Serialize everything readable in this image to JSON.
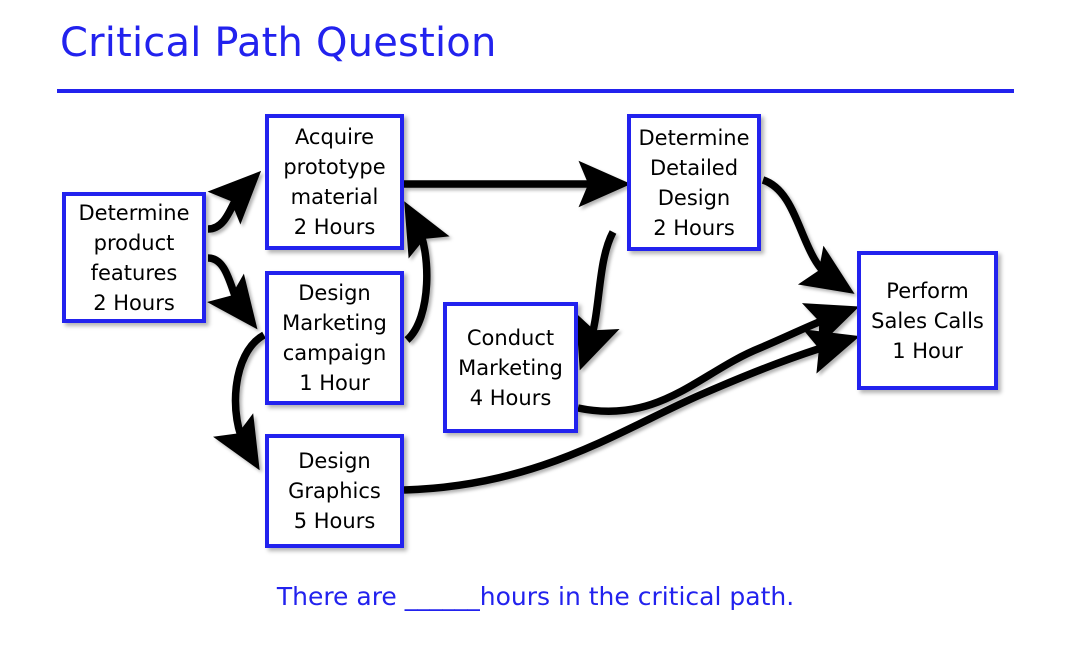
{
  "slide": {
    "title": "Critical Path Question",
    "caption": "There are ______hours in the critical path.",
    "accent_color": "#2222EE",
    "arrow_color": "#000000",
    "background_color": "#FFFFFF",
    "text_color": "#000000"
  },
  "nodes": [
    {
      "id": "determine-product-features",
      "name": "Determine product features",
      "lines": [
        "Determine",
        "product",
        "features",
        "2 Hours"
      ],
      "duration": "2 Hours"
    },
    {
      "id": "acquire-prototype-material",
      "name": "Acquire prototype material",
      "lines": [
        "Acquire",
        "prototype",
        "material",
        "2 Hours"
      ],
      "duration": "2 Hours"
    },
    {
      "id": "design-marketing-campaign",
      "name": "Design Marketing campaign",
      "lines": [
        "Design",
        "Marketing",
        "campaign",
        "1 Hour"
      ],
      "duration": "1 Hour"
    },
    {
      "id": "design-graphics",
      "name": "Design Graphics",
      "lines": [
        "Design",
        "Graphics",
        "5 Hours"
      ],
      "duration": "5 Hours"
    },
    {
      "id": "conduct-marketing",
      "name": "Conduct Marketing",
      "lines": [
        "Conduct",
        "Marketing",
        "4 Hours"
      ],
      "duration": "4 Hours"
    },
    {
      "id": "determine-detailed-design",
      "name": "Determine Detailed Design",
      "lines": [
        "Determine",
        "Detailed",
        "Design",
        "2 Hours"
      ],
      "duration": "2 Hours"
    },
    {
      "id": "perform-sales-calls",
      "name": "Perform Sales Calls",
      "lines": [
        "Perform",
        "Sales Calls",
        "1 Hour"
      ],
      "duration": "1 Hour"
    }
  ],
  "edges": [
    {
      "id": "e1",
      "from": "determine-product-features",
      "to": "acquire-prototype-material"
    },
    {
      "id": "e2",
      "from": "determine-product-features",
      "to": "design-marketing-campaign"
    },
    {
      "id": "e3",
      "from": "acquire-prototype-material",
      "to": "determine-detailed-design"
    },
    {
      "id": "e4",
      "from": "design-marketing-campaign",
      "to": "acquire-prototype-material"
    },
    {
      "id": "e5",
      "from": "design-marketing-campaign",
      "to": "design-graphics"
    },
    {
      "id": "e6",
      "from": "determine-detailed-design",
      "to": "conduct-marketing"
    },
    {
      "id": "e7",
      "from": "determine-detailed-design",
      "to": "perform-sales-calls"
    },
    {
      "id": "e8",
      "from": "conduct-marketing",
      "to": "perform-sales-calls"
    },
    {
      "id": "e9",
      "from": "design-graphics",
      "to": "perform-sales-calls"
    }
  ]
}
